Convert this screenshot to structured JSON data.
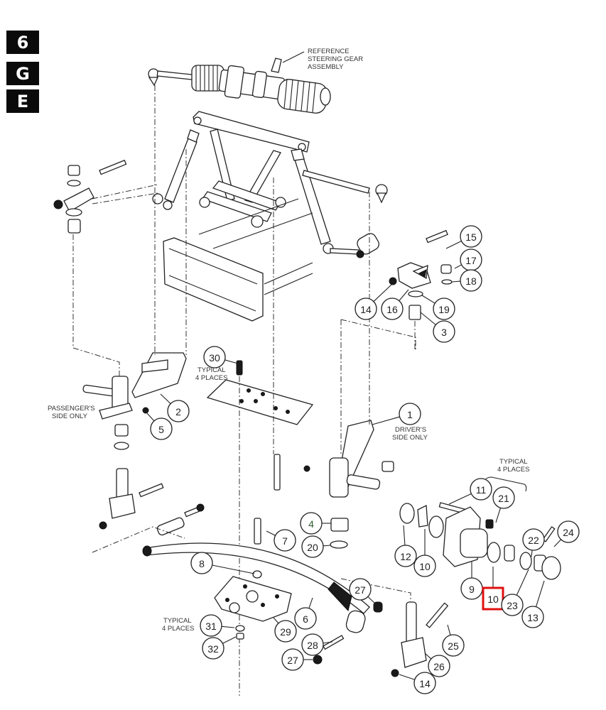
{
  "section_tabs": [
    "6",
    "G",
    "E"
  ],
  "notes": {
    "steering_gear": [
      "REFERENCE",
      "STEERING GEAR",
      "ASSEMBLY"
    ],
    "passenger_side": [
      "PASSENGER'S",
      "SIDE ONLY"
    ],
    "driver_side": [
      "DRIVER'S",
      "SIDE ONLY"
    ],
    "typical_30": [
      "TYPICAL",
      "4 PLACES"
    ],
    "typical_hub": [
      "TYPICAL",
      "4 PLACES"
    ],
    "typical_31": [
      "TYPICAL",
      "4 PLACES"
    ]
  },
  "callouts": [
    {
      "id": "c15",
      "label": "15"
    },
    {
      "id": "c17",
      "label": "17"
    },
    {
      "id": "c18",
      "label": "18"
    },
    {
      "id": "c14a",
      "label": "14"
    },
    {
      "id": "c16",
      "label": "16"
    },
    {
      "id": "c19",
      "label": "19"
    },
    {
      "id": "c3",
      "label": "3"
    },
    {
      "id": "c30",
      "label": "30"
    },
    {
      "id": "c2",
      "label": "2"
    },
    {
      "id": "c5",
      "label": "5"
    },
    {
      "id": "c1",
      "label": "1"
    },
    {
      "id": "c11",
      "label": "11"
    },
    {
      "id": "c21",
      "label": "21"
    },
    {
      "id": "c24",
      "label": "24"
    },
    {
      "id": "c22",
      "label": "22"
    },
    {
      "id": "c12",
      "label": "12"
    },
    {
      "id": "c10a",
      "label": "10"
    },
    {
      "id": "c9",
      "label": "9"
    },
    {
      "id": "c10b",
      "label": "10"
    },
    {
      "id": "c23",
      "label": "23"
    },
    {
      "id": "c13",
      "label": "13"
    },
    {
      "id": "c4",
      "label": "4"
    },
    {
      "id": "c20",
      "label": "20"
    },
    {
      "id": "c7",
      "label": "7"
    },
    {
      "id": "c8",
      "label": "8"
    },
    {
      "id": "c6",
      "label": "6"
    },
    {
      "id": "c27a",
      "label": "27"
    },
    {
      "id": "c29",
      "label": "29"
    },
    {
      "id": "c31",
      "label": "31"
    },
    {
      "id": "c32",
      "label": "32"
    },
    {
      "id": "c28",
      "label": "28"
    },
    {
      "id": "c27b",
      "label": "27"
    },
    {
      "id": "c25",
      "label": "25"
    },
    {
      "id": "c26",
      "label": "26"
    },
    {
      "id": "c14b",
      "label": "14"
    }
  ],
  "highlight": {
    "label": "10",
    "color": "#e01010"
  },
  "colors": {
    "tab_bg": "#0a0a0a",
    "line": "#222222",
    "callout_4_text": "#2e5a2e"
  }
}
